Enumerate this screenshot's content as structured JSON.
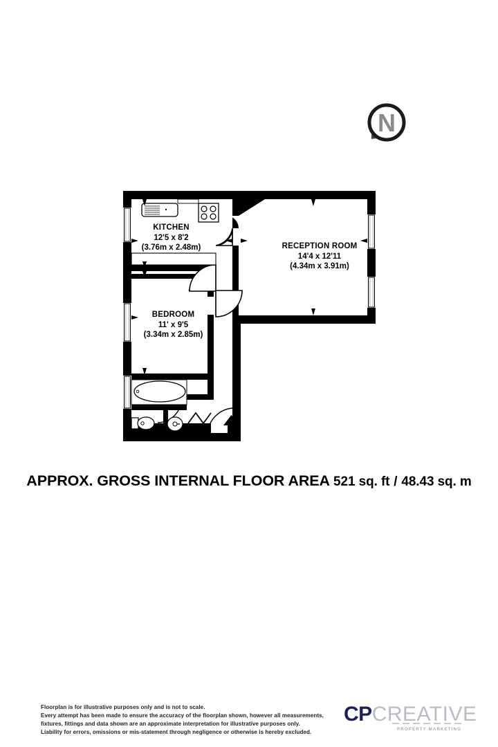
{
  "document": {
    "type": "floorplan",
    "title_line": {
      "prefix": "APPROX. GROSS INTERNAL FLOOR AREA",
      "value_ft": "521 sq. ft",
      "separator": "/",
      "value_m": "48.43 sq. m",
      "full": "APPROX. GROSS INTERNAL FLOOR AREA 521 sq. ft / 48.43 sq. m"
    }
  },
  "compass": {
    "label": "N",
    "name": "north-indicator",
    "letter_color": "#808080",
    "ring_color": "#1a1a1a"
  },
  "rooms": [
    {
      "id": "kitchen",
      "name": "KITCHEN",
      "imperial": "12'5 x 8'2",
      "metric": "(3.76m x 2.48m)"
    },
    {
      "id": "reception",
      "name": "RECEPTION ROOM",
      "imperial": "14'4 x 12'11",
      "metric": "(4.34m x 3.91m)"
    },
    {
      "id": "bedroom",
      "name": "BEDROOM",
      "imperial": "11' x 9'5",
      "metric": "(3.34m x 2.85m)"
    }
  ],
  "fixtures": [
    {
      "id": "sink",
      "room": "kitchen",
      "label": "kitchen-sink"
    },
    {
      "id": "hob",
      "room": "kitchen",
      "label": "hob-four-burner"
    },
    {
      "id": "worktop",
      "room": "kitchen",
      "label": "kitchen-worktop"
    },
    {
      "id": "bath",
      "room": "bathroom",
      "label": "bathtub"
    },
    {
      "id": "wc",
      "room": "bathroom",
      "label": "toilet"
    },
    {
      "id": "basin",
      "room": "bathroom",
      "label": "wash-basin"
    }
  ],
  "entrance": {
    "label": "entrance-arrow",
    "direction": "up"
  },
  "footer": {
    "disclaimer": [
      "Floorplan is for illustrative purposes only and is not to scale.",
      "Every attempt has been made to ensure the accuracy of the floorplan shown, however all measurements,",
      "fixtures, fittings and data shown are an approximate interpretation for illustrative purposes only.",
      "Liability for errors, omissions or mis-statement through negligence or otherwise is hereby excluded."
    ],
    "logo": {
      "primary": "CP",
      "secondary": "CREATIVE",
      "tagline": "PROPERTY MARKETING",
      "primary_color": "#1d2055",
      "secondary_color": "#b9bcc2"
    }
  },
  "colors": {
    "wall": "#000000",
    "background": "#ffffff",
    "window": "#d9d9d9",
    "text": "#000000"
  }
}
